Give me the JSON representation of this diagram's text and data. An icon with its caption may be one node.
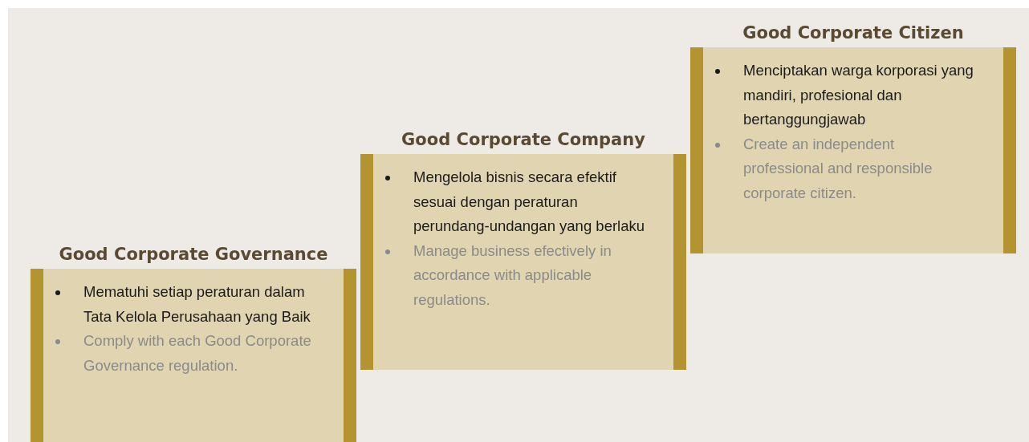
{
  "diagram": {
    "nodes": [
      {
        "text": [
          "Good Corporate Governance",
          "Mematuhi setiap peraturan dalam Tata Kelola Perusahaan yang Baik",
          "Comply with each Good Corporate Governance regulation."
        ]
      },
      {
        "text": [
          "Good Corporate Company",
          "Mengelola bisnis secara efektif sesuai dengan peraturan perundang-undangan yang berlaku",
          "Manage business efectively in accordance with applicable regulations."
        ]
      },
      {
        "text": [
          "Good Corporate Citizen",
          "Menciptakan warga korporasi yang mandiri, profesional dan bertanggungjawab",
          "Create an independent professional and responsible corporate citizen."
        ]
      }
    ]
  }
}
